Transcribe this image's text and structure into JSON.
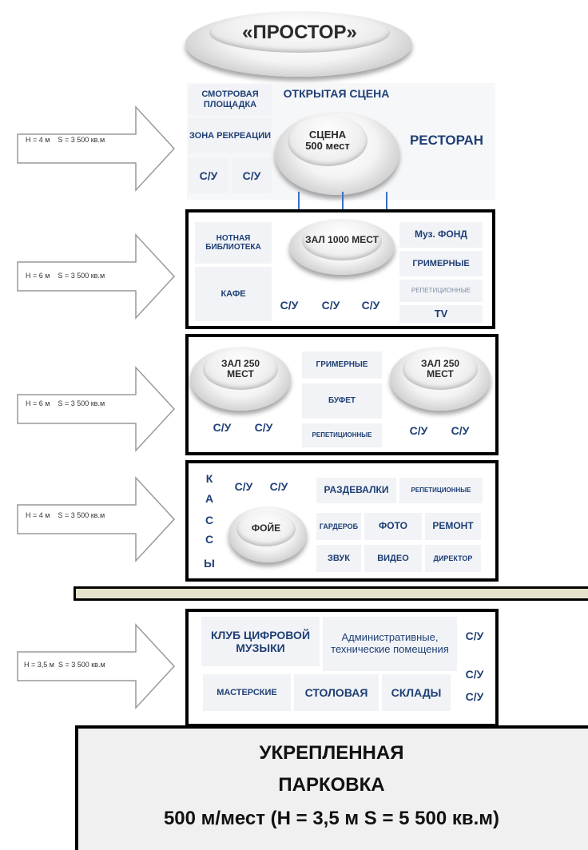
{
  "title": "«ПРОСТОР»",
  "floors": [
    {
      "arrow": "H = 4 м    S = 3 500 кв.м",
      "cells": {
        "observation": "СМОТРОВАЯ ПЛОЩАДКА",
        "open_stage": "ОТКРЫТАЯ СЦЕНА",
        "recreation": "ЗОНА РЕКРЕАЦИИ",
        "wc1": "С/У",
        "wc2": "С/У",
        "restaurant": "РЕСТОРАН",
        "stage_disc": "СЦЕНА 500 мест"
      }
    },
    {
      "arrow": "H = 6 м    S = 3 500 кв.м",
      "cells": {
        "music_library": "НОТНАЯ БИБЛИОТЕКА",
        "cafe": "КАФЕ",
        "hall_disc": "ЗАЛ 1000 МЕСТ",
        "wc1": "С/У",
        "wc2": "С/У",
        "wc3": "С/У",
        "music_fund": "Муз. ФОНД",
        "dressing": "ГРИМЕРНЫЕ",
        "rehearsal": "РЕПЕТИЦИОННЫЕ",
        "tv": "TV"
      }
    },
    {
      "arrow": "H = 6 м    S = 3 500 кв.м",
      "cells": {
        "hall_left": "ЗАЛ 250 МЕСТ",
        "hall_right": "ЗАЛ 250 МЕСТ",
        "dressing": "ГРИМЕРНЫЕ",
        "buffet": "БУФЕТ",
        "rehearsal": "РЕПЕТИЦИОННЫЕ",
        "wc1": "С/У",
        "wc2": "С/У",
        "wc3": "С/У",
        "wc4": "С/У"
      }
    },
    {
      "arrow": "H = 4 м    S = 3 500 кв.м",
      "cells": {
        "cashier_letters": [
          "К",
          "А",
          "С",
          "С",
          "Ы"
        ],
        "wc1": "С/У",
        "wc2": "С/У",
        "foyer": "ФОЙЕ",
        "cloakroom": "РАЗДЕВАЛКИ",
        "rehearsal": "РЕПЕТИЦИОННЫЕ",
        "wardrobe": "ГАРДЕРОБ",
        "photo": "ФОТО",
        "repair": "РЕМОНТ",
        "sound": "ЗВУК",
        "video": "ВИДЕО",
        "director": "ДИРЕКТОР"
      }
    },
    {
      "arrow": "H = 3,5 м  S = 3 500 кв.м",
      "cells": {
        "digital_club": "КЛУБ ЦИФРОВОЙ МУЗЫКИ",
        "admin": "Административные, технические помещения",
        "wc1": "С/У",
        "wc2": "С/У",
        "wc3": "С/У",
        "workshops": "МАСТЕРСКИЕ",
        "canteen": "СТОЛОВАЯ",
        "storage": "СКЛАДЫ"
      }
    }
  ],
  "parking": {
    "line1": "УКРЕПЛЕННАЯ",
    "line2": "ПАРКОВКА",
    "line3": "500 м/мест (H = 3,5 м   S = 5 500 кв.м)"
  },
  "colors": {
    "text": "#1f3f75",
    "cell_bg": "#f1f3f6",
    "connector": "#3a6fc4",
    "ground_strip": "#e6e2cc",
    "parking_bg": "#f0f0f0"
  }
}
